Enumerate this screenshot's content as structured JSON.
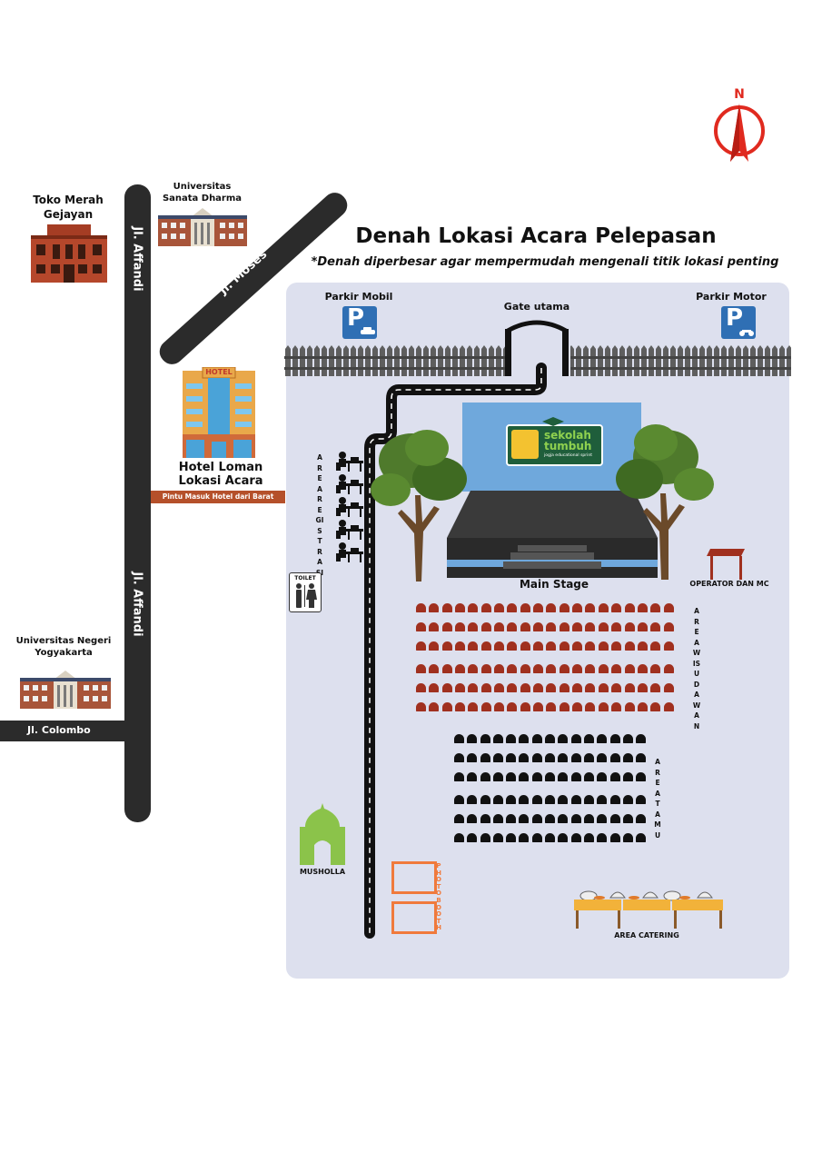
{
  "title": "Denah Lokasi Acara Pelepasan",
  "subtitle": "*Denah diperbesar agar mempermudah mengenali titik lokasi penting",
  "compass": {
    "letter": "N",
    "color": "#e02a1f"
  },
  "roads": {
    "affandi_top": "Jl. Affandi",
    "affandi_bottom": "Jl. Affandi",
    "moses": "Jl. Moses",
    "colombo": "Jl. Colombo"
  },
  "landmarks": {
    "toko_merah": "Toko Merah\nGejayan",
    "sanata_dharma": "Universitas\nSanata Dharma",
    "uny": "Universitas Negeri\nYogyakarta",
    "hotel_sign": "HOTEL",
    "hotel_name": "Hotel Loman\nLokasi Acara",
    "hotel_entrance": "Pintu Masuk Hotel dari Barat"
  },
  "venue": {
    "parkir_mobil": "Parkir Mobil",
    "parkir_motor": "Parkir Motor",
    "parking_letter": "P",
    "gate": "Gate utama",
    "logo_line1": "sekolah",
    "logo_line2": "tumbuh",
    "logo_tagline": "jogja educational sprint",
    "main_stage": "Main Stage",
    "operator": "OPERATOR DAN MC",
    "area_registrasi": "AREA REGISTRASI",
    "area_wisudawan": "AREA WISUDAWAN",
    "area_tamu": "AREA TAMU",
    "toilet": "TOILET",
    "musholla": "MUSHOLLA",
    "photobooth": "PHOTOBOOTH",
    "catering": "AREA CATERING"
  },
  "seating": {
    "wisudawan": {
      "rows": 6,
      "cols": 20,
      "color": "#a0301f"
    },
    "tamu": {
      "rows": 6,
      "cols": 15,
      "color": "#111111"
    }
  },
  "colors": {
    "venue_bg": "#dde0ee",
    "road": "#2b2b2b",
    "parking": "#2f6fb4",
    "stage_screen": "#6fa8dc",
    "orange": "#f07a3c",
    "green": "#8bc34a",
    "entrance_bar": "#b5502a"
  }
}
